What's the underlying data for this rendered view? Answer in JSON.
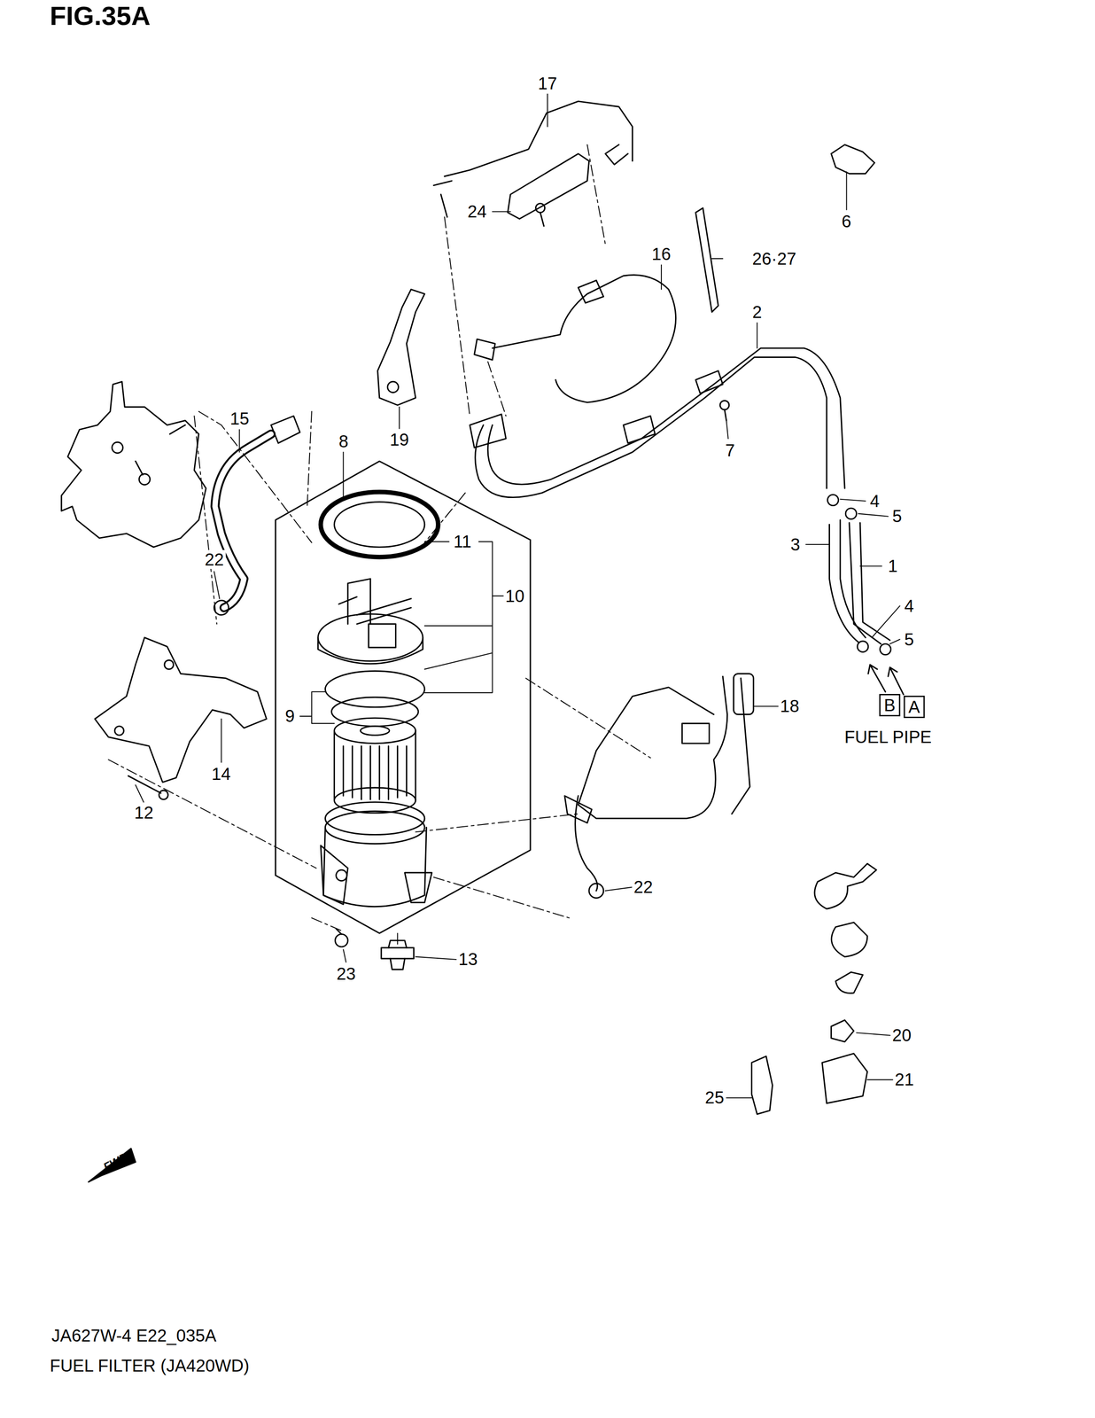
{
  "diagram": {
    "title": "FIG.35A",
    "caption": "FUEL FILTER (JA420WD)",
    "nodes": [
      {
        "text": [
          "B"
        ]
      },
      {
        "text": [
          "A"
        ]
      }
    ],
    "labels": [
      "17",
      "24",
      "6",
      "16",
      "26·27",
      "2",
      "7",
      "15",
      "19",
      "8",
      "4",
      "5",
      "3",
      "11",
      "1",
      "10",
      "22",
      "4",
      "5",
      "9",
      "18",
      "FUEL PIPE",
      "14",
      "12",
      "22",
      "23",
      "13",
      "20",
      "21",
      "25",
      "FWD",
      "JA627W-4 E22_035A"
    ]
  }
}
